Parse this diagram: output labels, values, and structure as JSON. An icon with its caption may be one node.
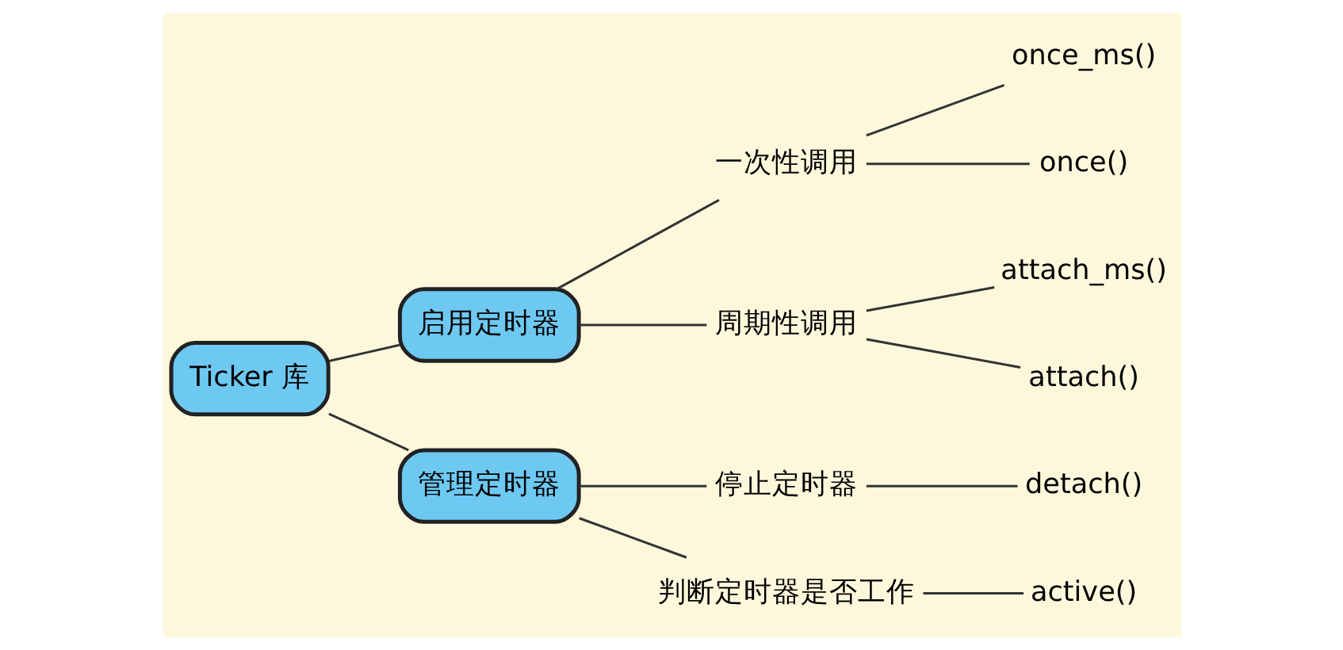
{
  "diagram": {
    "nodes": [
      {
        "text": [
          "Ticker 库"
        ]
      },
      {
        "text": [
          "启用定时器"
        ]
      },
      {
        "text": [
          "一次性调用"
        ]
      },
      {
        "text": [
          "once_ms()"
        ]
      },
      {
        "text": [
          "once()"
        ]
      },
      {
        "text": [
          "周期性调用"
        ]
      },
      {
        "text": [
          "attach_ms()"
        ]
      },
      {
        "text": [
          "attach()"
        ]
      },
      {
        "text": [
          "管理定时器"
        ]
      },
      {
        "text": [
          "停止定时器"
        ]
      },
      {
        "text": [
          "detach()"
        ]
      },
      {
        "text": [
          "判断定时器是否工作"
        ]
      },
      {
        "text": [
          "active()"
        ]
      }
    ],
    "edges": [
      {
        "from": 0,
        "to": 1,
        "arrow": "none"
      },
      {
        "from": 1,
        "to": 2,
        "arrow": "none"
      },
      {
        "from": 2,
        "to": 3,
        "arrow": "none"
      },
      {
        "from": 2,
        "to": 4,
        "arrow": "none"
      },
      {
        "from": 1,
        "to": 5,
        "arrow": "none"
      },
      {
        "from": 5,
        "to": 6,
        "arrow": "none"
      },
      {
        "from": 5,
        "to": 7,
        "arrow": "none"
      },
      {
        "from": 0,
        "to": 8,
        "arrow": "none"
      },
      {
        "from": 8,
        "to": 9,
        "arrow": "none"
      },
      {
        "from": 9,
        "to": 10,
        "arrow": "none"
      },
      {
        "from": 8,
        "to": 11,
        "arrow": "none"
      },
      {
        "from": 11,
        "to": 12,
        "arrow": "none"
      }
    ]
  }
}
